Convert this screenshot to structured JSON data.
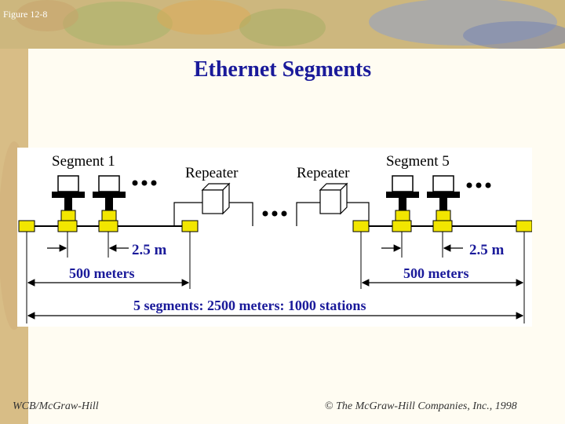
{
  "figure_label": "Figure 12-8",
  "title": "Ethernet Segments",
  "diagram": {
    "segment_left_label": "Segment 1",
    "segment_right_label": "Segment 5",
    "repeater_left_label": "Repeater",
    "repeater_right_label": "Repeater",
    "spacing_left": "2.5 m",
    "spacing_right": "2.5 m",
    "length_left": "500 meters",
    "length_right": "500 meters",
    "total": "5 segments: 2500 meters: 1000 stations"
  },
  "footer": {
    "left": "WCB/McGraw-Hill",
    "copyright_symbol": "©",
    "right": "The McGraw-Hill Companies, Inc., 1998"
  },
  "colors": {
    "title": "#1a1a9a",
    "connector": "#f2e600",
    "station": "#000000",
    "background": "#d9bf8a",
    "panel": "#fffcf2"
  }
}
